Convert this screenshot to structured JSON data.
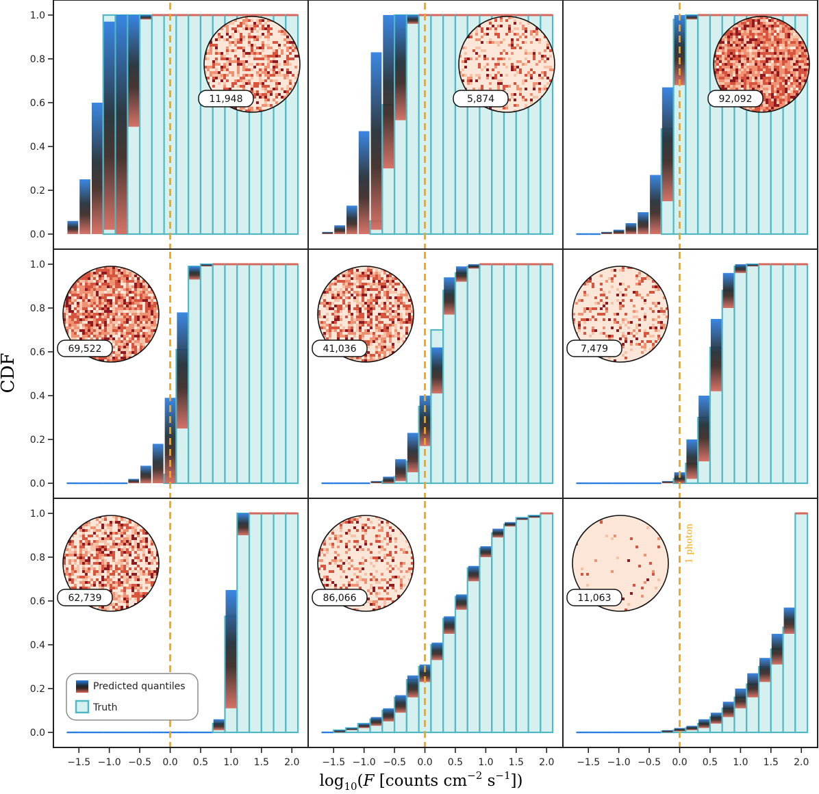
{
  "figure": {
    "ylabel": "CDF",
    "xlabel": "log10(F [counts cm−2 s−1])",
    "xlabel_parts": {
      "base": "log",
      "sub": "10",
      "open": "(",
      "var": "F",
      "mid": " [counts cm",
      "exp1": "−2",
      "mid2": " s",
      "exp2": "−1",
      "close": "])"
    },
    "reference_line": {
      "x": 0.0,
      "label": "1 photon",
      "color": "#f5a510"
    },
    "legend": {
      "items": [
        {
          "label": "Predicted quantiles"
        },
        {
          "label": "Truth"
        }
      ]
    },
    "colors": {
      "truth_edge": "#4fb8c4",
      "truth_fill": "#d6f0ef",
      "quantile_outer": "#2a7de1",
      "quantile_mid": "#1e2a33",
      "quantile_inner": "#d5685c"
    }
  },
  "chart_data": [
    {
      "type": "bar",
      "panel": 1,
      "annotation": "11,948",
      "x": [
        -1.6,
        -1.4,
        -1.2,
        -1.0,
        -0.8,
        -0.6,
        -0.4,
        -0.2,
        0.0,
        0.2,
        0.4,
        0.6,
        0.8,
        1.0,
        1.2,
        1.4,
        1.6,
        1.8,
        2.0
      ],
      "truth": [
        0,
        0,
        0,
        1.0,
        1.0,
        1.0,
        1.0,
        1.0,
        1.0,
        1.0,
        1.0,
        1.0,
        1.0,
        1.0,
        1.0,
        1.0,
        1.0,
        1.0,
        1.0
      ],
      "quantiles_low": [
        0,
        0,
        0,
        0.02,
        0.0,
        0.49,
        0.98,
        1.0,
        1.0,
        1.0,
        1.0,
        1.0,
        1.0,
        1.0,
        1.0,
        1.0,
        1.0,
        1.0,
        1.0
      ],
      "quantiles_high": [
        0.06,
        0.25,
        0.6,
        0.97,
        1.0,
        1.0,
        1.0,
        1.0,
        1.0,
        1.0,
        1.0,
        1.0,
        1.0,
        1.0,
        1.0,
        1.0,
        1.0,
        1.0,
        1.0
      ],
      "xlim": [
        -1.75,
        2.2
      ],
      "ylim": [
        -0.05,
        1.05
      ]
    },
    {
      "type": "bar",
      "panel": 2,
      "annotation": "5,874",
      "x": [
        -1.6,
        -1.4,
        -1.2,
        -1.0,
        -0.8,
        -0.6,
        -0.4,
        -0.2,
        0.0,
        0.2,
        0.4,
        0.6,
        0.8,
        1.0,
        1.2,
        1.4,
        1.6,
        1.8,
        2.0
      ],
      "truth": [
        0,
        0,
        0,
        0.0,
        0.06,
        0.59,
        1.0,
        1.0,
        1.0,
        1.0,
        1.0,
        1.0,
        1.0,
        1.0,
        1.0,
        1.0,
        1.0,
        1.0,
        1.0
      ],
      "quantiles_low": [
        0,
        0,
        0,
        0,
        0.02,
        0.3,
        0.52,
        0.96,
        1.0,
        1.0,
        1.0,
        1.0,
        1.0,
        1.0,
        1.0,
        1.0,
        1.0,
        1.0,
        1.0
      ],
      "quantiles_high": [
        0.01,
        0.04,
        0.13,
        0.47,
        0.83,
        1.0,
        1.0,
        1.0,
        1.0,
        1.0,
        1.0,
        1.0,
        1.0,
        1.0,
        1.0,
        1.0,
        1.0,
        1.0,
        1.0
      ],
      "xlim": [
        -1.75,
        2.2
      ],
      "ylim": [
        -0.05,
        1.05
      ]
    },
    {
      "type": "bar",
      "panel": 3,
      "annotation": "92,092",
      "x": [
        -1.6,
        -1.4,
        -1.2,
        -1.0,
        -0.8,
        -0.6,
        -0.4,
        -0.2,
        0.0,
        0.2,
        0.4,
        0.6,
        0.8,
        1.0,
        1.2,
        1.4,
        1.6,
        1.8,
        2.0
      ],
      "truth": [
        0,
        0,
        0,
        0,
        0,
        0,
        0.0,
        0.48,
        0.98,
        1.0,
        1.0,
        1.0,
        1.0,
        1.0,
        1.0,
        1.0,
        1.0,
        1.0,
        1.0
      ],
      "quantiles_low": [
        0,
        0,
        0,
        0,
        0,
        0,
        0,
        0.15,
        0.68,
        0.98,
        1.0,
        1.0,
        1.0,
        1.0,
        1.0,
        1.0,
        1.0,
        1.0,
        1.0
      ],
      "quantiles_high": [
        0,
        0,
        0.01,
        0.02,
        0.05,
        0.1,
        0.27,
        0.67,
        1.0,
        1.0,
        1.0,
        1.0,
        1.0,
        1.0,
        1.0,
        1.0,
        1.0,
        1.0,
        1.0
      ],
      "xlim": [
        -1.75,
        2.2
      ],
      "ylim": [
        -0.05,
        1.05
      ]
    },
    {
      "type": "bar",
      "panel": 4,
      "annotation": "69,522",
      "x": [
        -1.6,
        -1.4,
        -1.2,
        -1.0,
        -0.8,
        -0.6,
        -0.4,
        -0.2,
        0.0,
        0.2,
        0.4,
        0.6,
        0.8,
        1.0,
        1.2,
        1.4,
        1.6,
        1.8,
        2.0
      ],
      "truth": [
        0,
        0,
        0,
        0,
        0,
        0,
        0,
        0,
        0.04,
        0.61,
        0.99,
        1.0,
        1.0,
        1.0,
        1.0,
        1.0,
        1.0,
        1.0,
        1.0
      ],
      "quantiles_low": [
        0,
        0,
        0,
        0,
        0,
        0,
        0,
        0,
        0,
        0.25,
        0.93,
        0.99,
        1.0,
        1.0,
        1.0,
        1.0,
        1.0,
        1.0,
        1.0
      ],
      "quantiles_high": [
        0,
        0,
        0,
        0,
        0,
        0.02,
        0.08,
        0.18,
        0.39,
        0.78,
        0.99,
        1.0,
        1.0,
        1.0,
        1.0,
        1.0,
        1.0,
        1.0,
        1.0
      ],
      "xlim": [
        -1.75,
        2.2
      ],
      "ylim": [
        -0.05,
        1.05
      ]
    },
    {
      "type": "bar",
      "panel": 5,
      "annotation": "41,036",
      "x": [
        -1.6,
        -1.4,
        -1.2,
        -1.0,
        -0.8,
        -0.6,
        -0.4,
        -0.2,
        0.0,
        0.2,
        0.4,
        0.6,
        0.8,
        1.0,
        1.2,
        1.4,
        1.6,
        1.8,
        2.0
      ],
      "truth": [
        0,
        0,
        0,
        0,
        0,
        0.01,
        0.03,
        0.1,
        0.35,
        0.7,
        0.88,
        0.96,
        0.99,
        1.0,
        1.0,
        1.0,
        1.0,
        1.0,
        1.0
      ],
      "quantiles_low": [
        0,
        0,
        0,
        0,
        0,
        0,
        0.01,
        0.05,
        0.17,
        0.41,
        0.77,
        0.92,
        0.98,
        1.0,
        1.0,
        1.0,
        1.0,
        1.0,
        1.0
      ],
      "quantiles_high": [
        0,
        0,
        0,
        0,
        0.01,
        0.03,
        0.11,
        0.23,
        0.4,
        0.62,
        0.94,
        0.99,
        1.0,
        1.0,
        1.0,
        1.0,
        1.0,
        1.0,
        1.0
      ],
      "xlim": [
        -1.75,
        2.2
      ],
      "ylim": [
        -0.05,
        1.05
      ]
    },
    {
      "type": "bar",
      "panel": 6,
      "annotation": "7,479",
      "x": [
        -1.6,
        -1.4,
        -1.2,
        -1.0,
        -0.8,
        -0.6,
        -0.4,
        -0.2,
        0.0,
        0.2,
        0.4,
        0.6,
        0.8,
        1.0,
        1.2,
        1.4,
        1.6,
        1.8,
        2.0
      ],
      "truth": [
        0,
        0,
        0,
        0,
        0,
        0,
        0,
        0,
        0.02,
        0.09,
        0.3,
        0.62,
        0.88,
        0.99,
        1.0,
        1.0,
        1.0,
        1.0,
        1.0
      ],
      "quantiles_low": [
        0,
        0,
        0,
        0,
        0,
        0,
        0,
        0,
        0,
        0.02,
        0.1,
        0.42,
        0.8,
        0.96,
        0.99,
        1.0,
        1.0,
        1.0,
        1.0
      ],
      "quantiles_high": [
        0,
        0,
        0,
        0,
        0,
        0,
        0,
        0.01,
        0.05,
        0.2,
        0.4,
        0.75,
        0.96,
        1.0,
        1.0,
        1.0,
        1.0,
        1.0,
        1.0
      ],
      "xlim": [
        -1.75,
        2.2
      ],
      "ylim": [
        -0.05,
        1.05
      ]
    },
    {
      "type": "bar",
      "panel": 7,
      "annotation": "62,739",
      "x": [
        -1.6,
        -1.4,
        -1.2,
        -1.0,
        -0.8,
        -0.6,
        -0.4,
        -0.2,
        0.0,
        0.2,
        0.4,
        0.6,
        0.8,
        1.0,
        1.2,
        1.4,
        1.6,
        1.8,
        2.0
      ],
      "truth": [
        0,
        0,
        0,
        0,
        0,
        0,
        0,
        0,
        0,
        0,
        0,
        0,
        0.04,
        0.53,
        1.0,
        1.0,
        1.0,
        1.0,
        1.0
      ],
      "quantiles_low": [
        0,
        0,
        0,
        0,
        0,
        0,
        0,
        0,
        0,
        0,
        0,
        0,
        0.01,
        0.11,
        0.9,
        1.0,
        1.0,
        1.0,
        1.0
      ],
      "quantiles_high": [
        0,
        0,
        0,
        0,
        0,
        0,
        0,
        0,
        0,
        0,
        0,
        0,
        0.06,
        0.65,
        1.0,
        1.0,
        1.0,
        1.0,
        1.0
      ],
      "xlim": [
        -1.75,
        2.2
      ],
      "ylim": [
        -0.05,
        1.05
      ]
    },
    {
      "type": "bar",
      "panel": 8,
      "annotation": "86,066",
      "x": [
        -1.6,
        -1.4,
        -1.2,
        -1.0,
        -0.8,
        -0.6,
        -0.4,
        -0.2,
        0.0,
        0.2,
        0.4,
        0.6,
        0.8,
        1.0,
        1.2,
        1.4,
        1.6,
        1.8,
        2.0
      ],
      "truth": [
        0.0,
        0.01,
        0.02,
        0.04,
        0.06,
        0.1,
        0.16,
        0.24,
        0.3,
        0.4,
        0.52,
        0.62,
        0.75,
        0.84,
        0.91,
        0.95,
        0.98,
        0.99,
        1.0
      ],
      "quantiles_low": [
        0.0,
        0.0,
        0.01,
        0.02,
        0.03,
        0.05,
        0.09,
        0.16,
        0.23,
        0.33,
        0.45,
        0.56,
        0.69,
        0.8,
        0.89,
        0.94,
        0.97,
        0.98,
        1.0
      ],
      "quantiles_high": [
        0.0,
        0.01,
        0.02,
        0.04,
        0.07,
        0.11,
        0.17,
        0.26,
        0.31,
        0.41,
        0.53,
        0.63,
        0.76,
        0.85,
        0.93,
        0.96,
        0.98,
        0.99,
        1.0
      ],
      "xlim": [
        -1.75,
        2.2
      ],
      "ylim": [
        -0.05,
        1.05
      ]
    },
    {
      "type": "bar",
      "panel": 9,
      "annotation": "11,063",
      "x": [
        -1.6,
        -1.4,
        -1.2,
        -1.0,
        -0.8,
        -0.6,
        -0.4,
        -0.2,
        0.0,
        0.2,
        0.4,
        0.6,
        0.8,
        1.0,
        1.2,
        1.4,
        1.6,
        1.8,
        2.0
      ],
      "truth": [
        0,
        0,
        0,
        0,
        0,
        0,
        0,
        0.005,
        0.01,
        0.02,
        0.04,
        0.07,
        0.11,
        0.16,
        0.22,
        0.3,
        0.38,
        0.48,
        1.0
      ],
      "quantiles_low": [
        0,
        0,
        0,
        0,
        0,
        0,
        0,
        0,
        0.005,
        0.01,
        0.02,
        0.04,
        0.07,
        0.11,
        0.16,
        0.23,
        0.31,
        0.45,
        1.0
      ],
      "quantiles_high": [
        0,
        0,
        0,
        0,
        0,
        0,
        0,
        0.01,
        0.02,
        0.03,
        0.06,
        0.09,
        0.14,
        0.2,
        0.27,
        0.34,
        0.45,
        0.57,
        1.0
      ],
      "xlim": [
        -1.75,
        2.2
      ],
      "ylim": [
        -0.05,
        1.05
      ]
    }
  ],
  "axes": {
    "yticks": [
      0.0,
      0.2,
      0.4,
      0.6,
      0.8,
      1.0
    ],
    "ytick_labels": [
      "0.0",
      "0.2",
      "0.4",
      "0.6",
      "0.8",
      "1.0"
    ],
    "xticks": [
      -1.5,
      -1.0,
      -0.5,
      0.0,
      0.5,
      1.0,
      1.5,
      2.0
    ],
    "xtick_labels": [
      "−1.5",
      "−1.0",
      "−0.5",
      "0.0",
      "0.5",
      "1.0",
      "1.5",
      "2.0"
    ]
  }
}
